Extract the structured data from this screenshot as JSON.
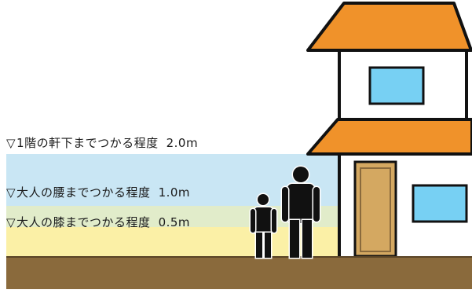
{
  "diagram": {
    "levels": [
      {
        "marker": "▽",
        "text": "1階の軒下までつかる程度",
        "value": "2.0m"
      },
      {
        "marker": "▽",
        "text": "大人の腰までつかる程度",
        "value": "1.0m"
      },
      {
        "marker": "▽",
        "text": "大人の膝までつかる程度",
        "value": "0.5m"
      }
    ]
  },
  "colors": {
    "band_2m": "#c9e6f4",
    "band_1m": "#e1ecca",
    "band_05m": "#fbf0a6",
    "ground": "#8a6a3c",
    "roof": "#f0922a",
    "window": "#77d0f3",
    "door": "#d4a861"
  }
}
